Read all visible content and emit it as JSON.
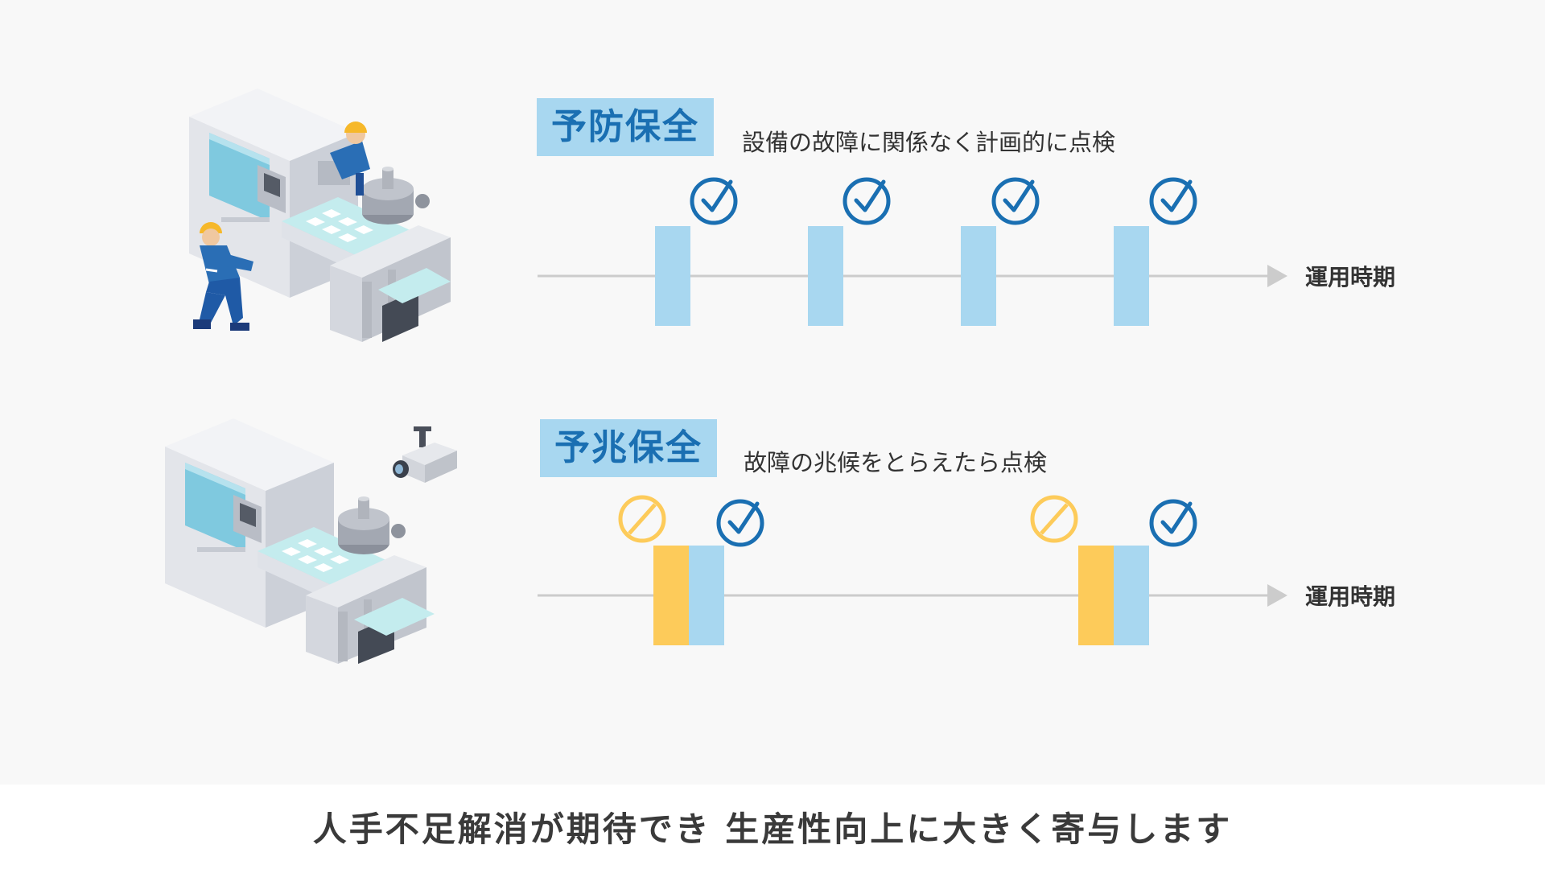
{
  "preventive": {
    "title": "予防保全",
    "description": "設備の故障に関係なく計画的に点検",
    "axis_label": "運用時期",
    "inspections": 4
  },
  "predictive": {
    "title": "予兆保全",
    "description": "故障の兆候をとらえたら点検",
    "axis_label": "運用時期",
    "events": 2
  },
  "footer": {
    "message": "人手不足解消が期待でき 生産性向上に大きく寄与します"
  },
  "colors": {
    "inspection": "#a8d7f0",
    "sign": "#fdcb5a",
    "check": "#1a6fb2",
    "axis": "#cccccc"
  },
  "icons": [
    "check-circle-icon",
    "prohibited-icon",
    "camera-icon",
    "arrow-right-icon"
  ]
}
